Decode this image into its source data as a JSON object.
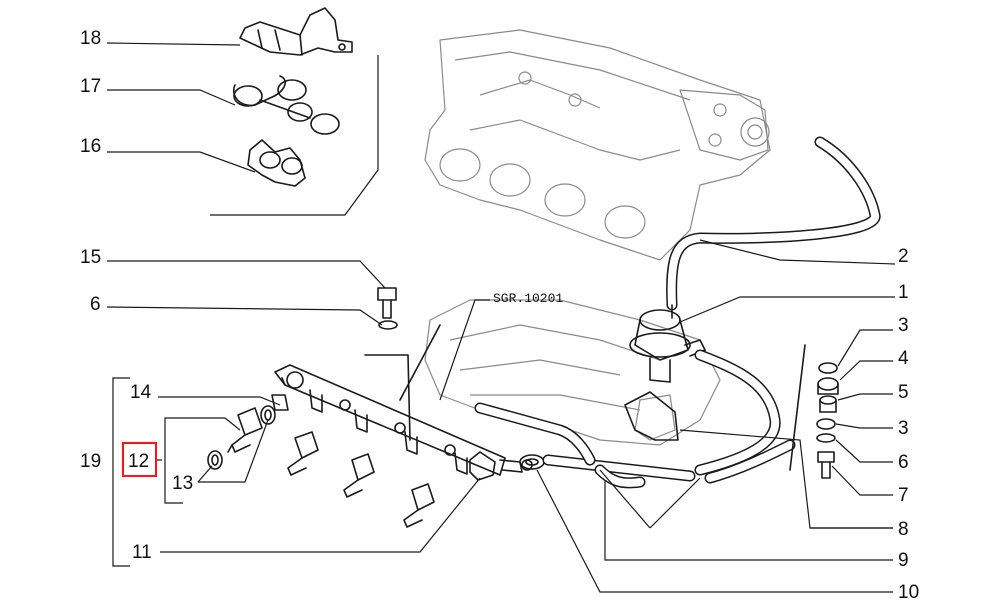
{
  "diagram": {
    "reference_code": "SGR.10201",
    "highlight_color": "#d0262e",
    "labels": {
      "l18": "18",
      "l17": "17",
      "l16": "16",
      "l15": "15",
      "l6a": "6",
      "l14": "14",
      "l19": "19",
      "l12": "12",
      "l13": "13",
      "l11": "11",
      "l2": "2",
      "l1": "1",
      "l3a": "3",
      "l4": "4",
      "l5": "5",
      "l3b": "3",
      "l6b": "6",
      "l7": "7",
      "l8": "8",
      "l9": "9",
      "l10": "10"
    }
  }
}
